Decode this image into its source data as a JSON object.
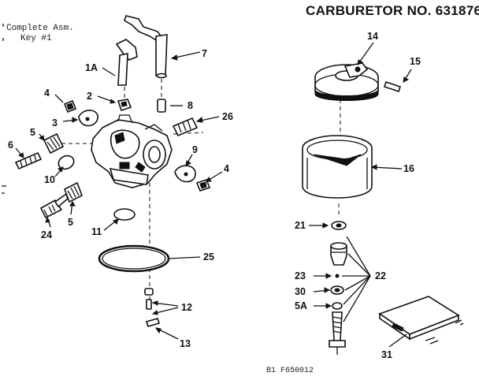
{
  "header": {
    "title": "CARBURETOR NO. 631876",
    "note_line1": "Complete Asm.",
    "note_line2": "Key #1",
    "footer_code": "B1  F650012"
  },
  "callouts": {
    "c1A": "1A",
    "c2": "2",
    "c3": "3",
    "c4a": "4",
    "c4b": "4",
    "c5a": "5",
    "c5b": "5",
    "c6": "6",
    "c7": "7",
    "c8": "8",
    "c9": "9",
    "c10": "10",
    "c11": "11",
    "c12": "12",
    "c13": "13",
    "c14": "14",
    "c15": "15",
    "c16": "16",
    "c21": "21",
    "c22": "22",
    "c23": "23",
    "c24": "24",
    "c25": "25",
    "c26": "26",
    "c30": "30",
    "c31": "31",
    "c5A": "5A"
  }
}
